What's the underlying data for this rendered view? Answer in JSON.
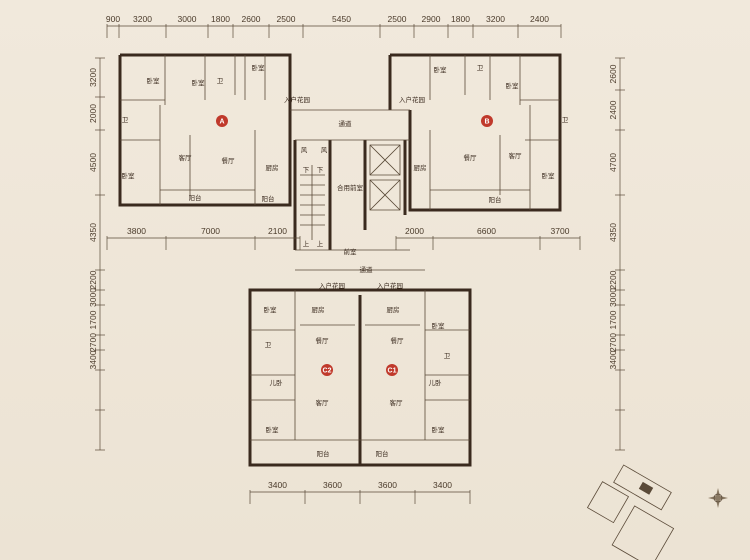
{
  "dimensions": {
    "top": [
      "900",
      "3200",
      "3000",
      "1800",
      "2600",
      "2500",
      "5450",
      "2500",
      "2900",
      "1800",
      "3200",
      "2400"
    ],
    "left": [
      "3200",
      "2000",
      "4500",
      "4350",
      "2200",
      "3000",
      "1700",
      "2700",
      "3400"
    ],
    "right": [
      "2600",
      "2400",
      "4700",
      "4350",
      "2200",
      "3000",
      "1700",
      "2700",
      "3400"
    ],
    "middle": [
      "3800",
      "7000",
      "2100",
      "2000",
      "6600",
      "3700"
    ],
    "bottom": [
      "3400",
      "3600",
      "3600",
      "3400"
    ]
  },
  "units": [
    "A",
    "B",
    "C2",
    "C1"
  ],
  "rooms": {
    "unit_a": [
      "卧室",
      "卧室",
      "卫",
      "卧室",
      "入户花园",
      "卫",
      "卧室",
      "客厅",
      "餐厅",
      "厨房",
      "阳台",
      "阳台"
    ],
    "core": [
      "风",
      "风",
      "通道",
      "合用前室",
      "下",
      "上",
      "下",
      "上",
      "前室",
      "通道",
      "入户花园",
      "入户花园"
    ],
    "unit_b": [
      "卧室",
      "卫",
      "卧室",
      "入户花园",
      "卫",
      "卧室",
      "客厅",
      "餐厅",
      "厨房",
      "阳台"
    ],
    "unit_c2": [
      "卧室",
      "厨房",
      "卫",
      "餐厅",
      "儿卧",
      "客厅",
      "卧室",
      "阳台"
    ],
    "unit_c1": [
      "卧室",
      "厨房",
      "卫",
      "餐厅",
      "儿卧",
      "客厅",
      "卧室",
      "阳台"
    ]
  },
  "colors": {
    "marker": "#c0392b",
    "wall": "#3a2a1e",
    "background": "#efe7da"
  },
  "icons": [
    "compass-rose-icon",
    "site-key-plan"
  ]
}
